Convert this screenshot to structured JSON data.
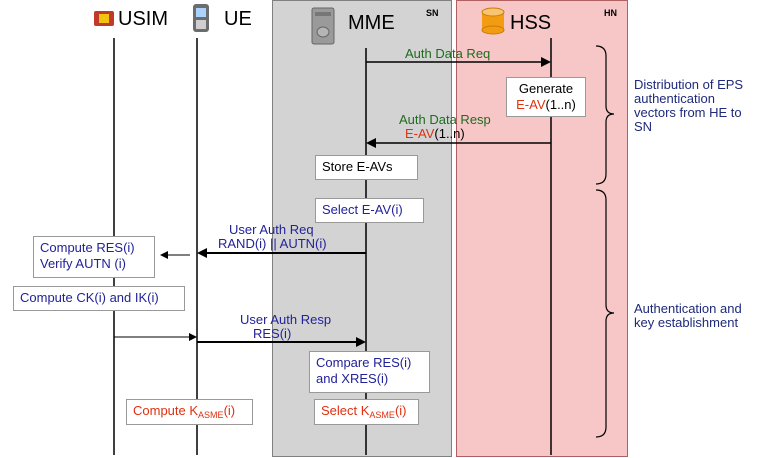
{
  "zones": {
    "sn": "SN",
    "hn": "HN"
  },
  "entities": {
    "usim": "USIM",
    "ue": "UE",
    "mme": "MME",
    "hss": "HSS"
  },
  "messages": {
    "auth_data_req": "Auth Data Req",
    "auth_data_resp": "Auth Data Resp",
    "e_av_resp": "E-AV",
    "e_av_resp_range": "(1..n)",
    "user_auth_req": "User Auth Req",
    "user_auth_req_params": "RAND(i) || AUTN(i)",
    "user_auth_resp": "User Auth Resp",
    "user_auth_resp_params": "RES(i)"
  },
  "boxes": {
    "generate": "Generate",
    "generate_eav": "E-AV",
    "generate_range": "(1..n)",
    "store": "Store E-AVs",
    "select_eav": "Select E-AV(i)",
    "compute_res": "Compute RES(i)",
    "verify_autn": "Verify AUTN (i)",
    "compute_ck": "Compute CK(i) and IK(i)",
    "compare_1": "Compare RES(i)",
    "compare_2": "and XRES(i)",
    "compute_kasme_pre": "Compute K",
    "kasme_sub": "ASME",
    "compute_kasme_post": "(i)",
    "select_kasme_pre": "Select K",
    "select_kasme_post": "(i)"
  },
  "phases": {
    "distribution": "Distribution of EPS authentication vectors from HE to SN",
    "authentication": "Authentication and key establishment"
  },
  "colors": {
    "sn_zone": "#d3d3d3",
    "hn_zone": "#f7c7c7",
    "green_text": "#1f6b1f",
    "blue_text": "#22229a",
    "red_text": "#e03010"
  }
}
